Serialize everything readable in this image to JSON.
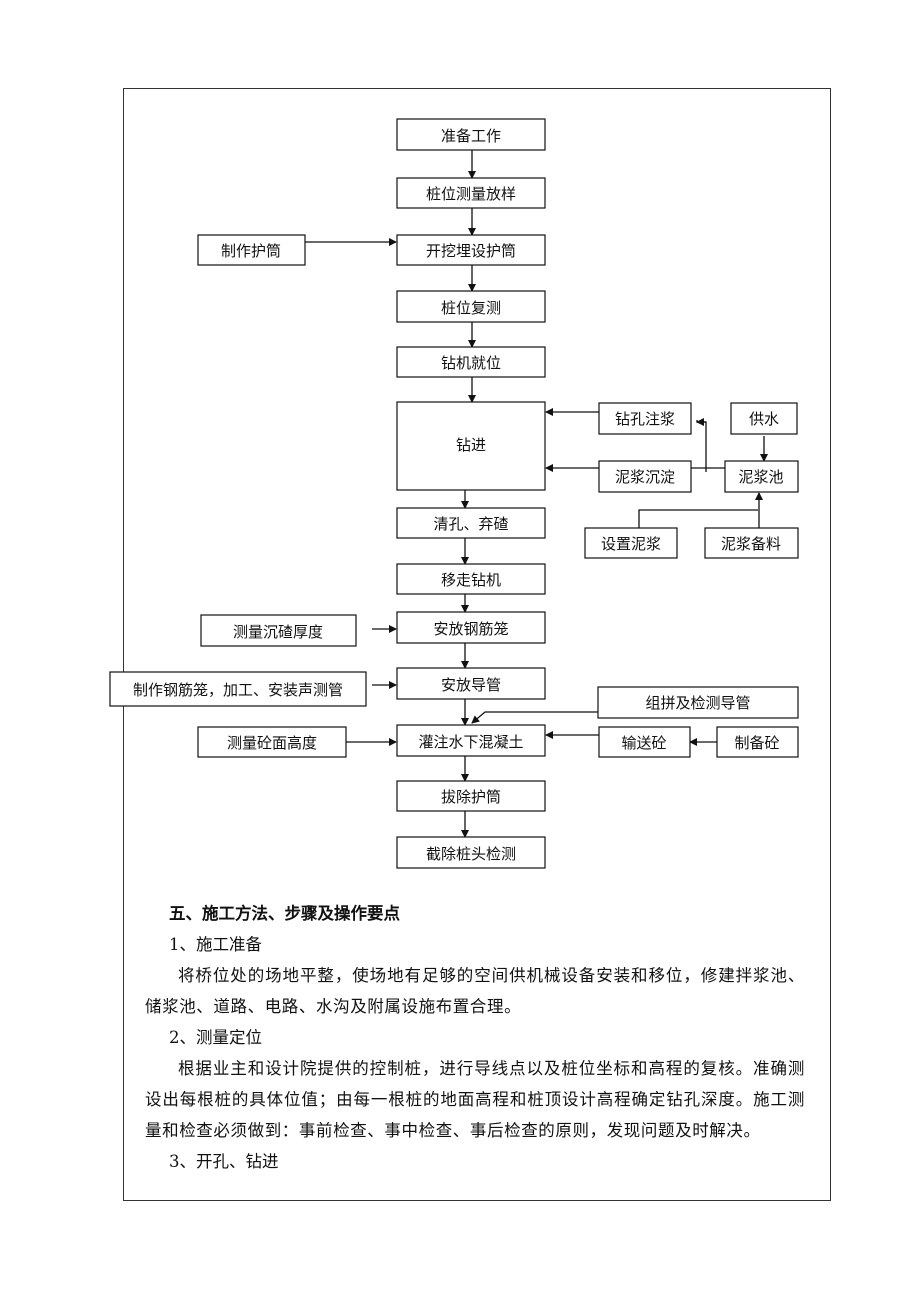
{
  "flowchart": {
    "main": {
      "prep": "准备工作",
      "stake_out": "桩位测量放样",
      "dig_casing": "开挖埋设护筒",
      "recheck": "桩位复测",
      "rig_position": "钻机就位",
      "drilling": "钻进",
      "clean_hole": "清孔、弃碴",
      "move_rig": "移走钻机",
      "place_cage": "安放钢筋笼",
      "place_tremie": "安放导管",
      "pour_concrete": "灌注水下混凝土",
      "pull_casing": "拔除护筒",
      "cut_pile_head": "截除桩头检测"
    },
    "side": {
      "make_casing": "制作护筒",
      "drill_slurry": "钻孔注浆",
      "water_supply": "供水",
      "slurry_settle": "泥浆沉淀",
      "slurry_pool": "泥浆池",
      "set_slurry": "设置泥浆",
      "slurry_material": "泥浆备料",
      "measure_sediment": "测量沉碴厚度",
      "make_cage": "制作钢筋笼，加工、安装声测管",
      "assemble_tremie": "组拼及检测导管",
      "measure_level": "测量砼面高度",
      "deliver_concrete": "输送砼",
      "prepare_concrete": "制备砼"
    }
  },
  "body": {
    "section_title": "五、施工方法、步骤及操作要点",
    "s1_title": "1、施工准备",
    "s1_text": "将桥位处的场地平整，使场地有足够的空间供机械设备安装和移位，修建拌浆池、储浆池、道路、电路、水沟及附属设施布置合理。",
    "s2_title": "2、测量定位",
    "s2_text": "根据业主和设计院提供的控制桩，进行导线点以及桩位坐标和高程的复核。准确测设出每根桩的具体位值；由每一根桩的地面高程和桩顶设计高程确定钻孔深度。施工测量和检查必须做到：事前检查、事中检查、事后检查的原则，发现问题及时解决。",
    "s3_title": "3、开孔、钻进"
  }
}
